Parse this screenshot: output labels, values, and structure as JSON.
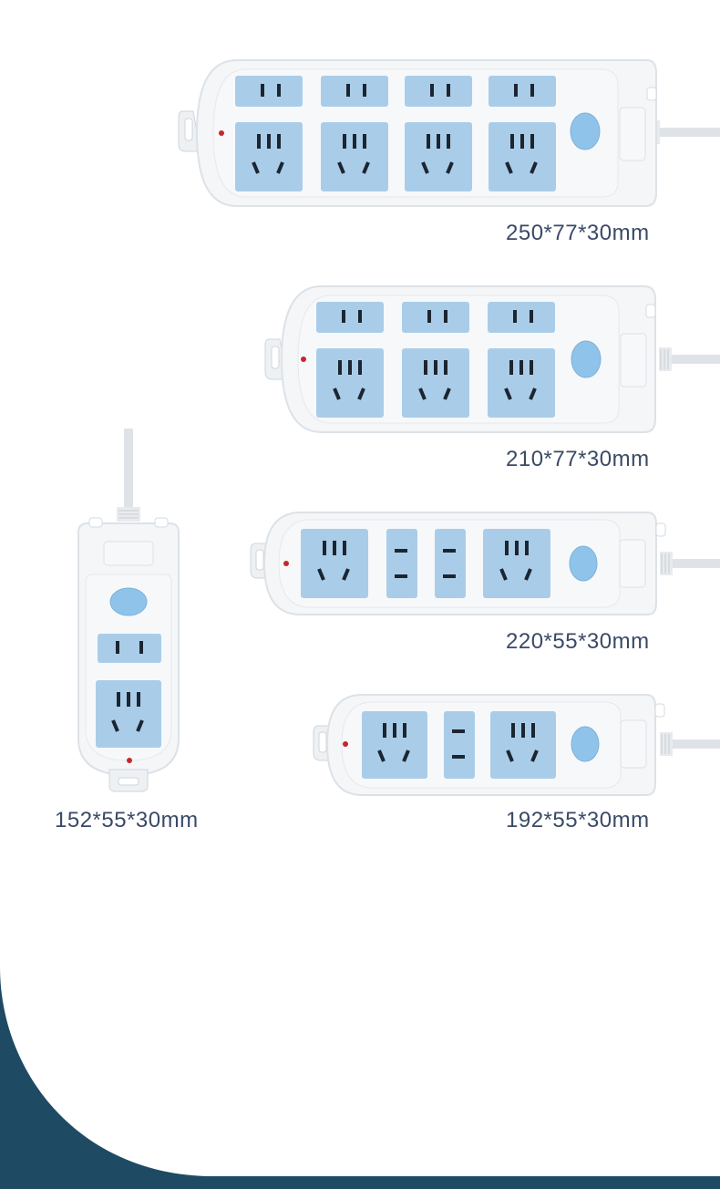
{
  "colors": {
    "body": "#f4f6f8",
    "body_edge": "#dde2e7",
    "socket": "#a9cde9",
    "socket_dark": "#1c2530",
    "switch": "#8fc3ea",
    "indicator": "#c7262a",
    "band": "#1f4a63"
  },
  "products": [
    {
      "name": "power-strip-8-outlet",
      "dimension_label": "250*77*30mm"
    },
    {
      "name": "power-strip-6-outlet",
      "dimension_label": "210*77*30mm"
    },
    {
      "name": "power-strip-4-outlet",
      "dimension_label": "220*55*30mm"
    },
    {
      "name": "power-strip-3-outlet",
      "dimension_label": "192*55*30mm"
    },
    {
      "name": "power-strip-vertical-2-outlet",
      "dimension_label": "152*55*30mm"
    }
  ]
}
